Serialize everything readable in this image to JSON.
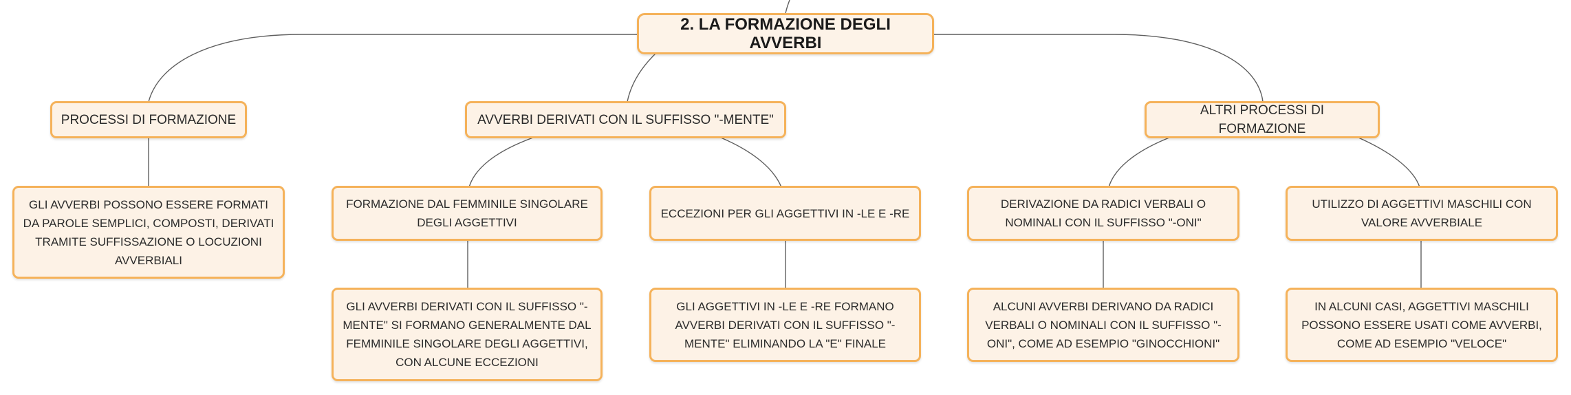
{
  "root": {
    "label": "2. LA FORMAZIONE DEGLI AVVERBI"
  },
  "branches": [
    {
      "label": "PROCESSI DI FORMAZIONE",
      "children": [
        {
          "label": "GLI AVVERBI POSSONO ESSERE FORMATI DA PAROLE SEMPLICI, COMPOSTI, DERIVATI TRAMITE SUFFISSAZIONE O LOCUZIONI AVVERBIALI"
        }
      ]
    },
    {
      "label": "AVVERBI DERIVATI CON IL SUFFISSO \"-MENTE\"",
      "children": [
        {
          "label": "FORMAZIONE DAL FEMMINILE SINGOLARE DEGLI AGGETTIVI",
          "detail": "GLI AVVERBI DERIVATI CON IL SUFFISSO \"-MENTE\" SI FORMANO GENERALMENTE DAL FEMMINILE SINGOLARE DEGLI AGGETTIVI, CON ALCUNE ECCEZIONI"
        },
        {
          "label": "ECCEZIONI PER GLI AGGETTIVI IN -LE E -RE",
          "detail": "GLI AGGETTIVI IN -LE E -RE FORMANO AVVERBI DERIVATI CON IL SUFFISSO \"-MENTE\" ELIMINANDO LA \"E\" FINALE"
        }
      ]
    },
    {
      "label": "ALTRI PROCESSI DI FORMAZIONE",
      "children": [
        {
          "label": "DERIVAZIONE DA RADICI VERBALI O NOMINALI CON IL SUFFISSO \"-ONI\"",
          "detail": "ALCUNI AVVERBI DERIVANO DA RADICI VERBALI O NOMINALI CON IL SUFFISSO \"-ONI\", COME AD ESEMPIO \"GINOCCHIONI\""
        },
        {
          "label": "UTILIZZO DI AGGETTIVI MASCHILI CON VALORE AVVERBIALE",
          "detail": "IN ALCUNI CASI, AGGETTIVI MASCHILI POSSONO ESSERE USATI COME AVVERBI, COME AD ESEMPIO \"VELOCE\""
        }
      ]
    }
  ],
  "colors": {
    "border": "#f5b25a",
    "fill": "#fdf2e6",
    "line": "#5f5f5f",
    "text": "#2b2b2b"
  }
}
